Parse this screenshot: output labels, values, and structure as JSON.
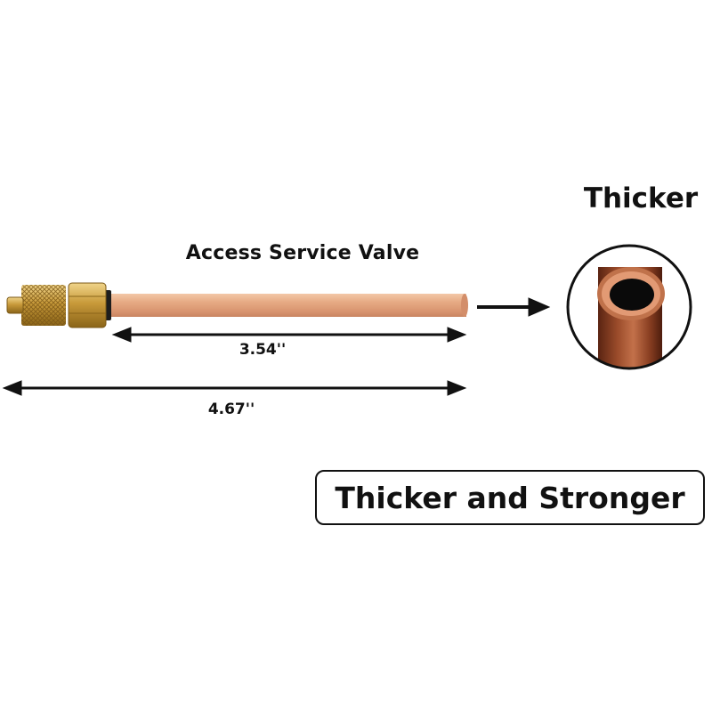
{
  "product": {
    "label": "Access Service Valve",
    "copper_color": "#e0a07c",
    "brass_color": "#c99b3b"
  },
  "dimensions": {
    "copper_length": "3.54''",
    "total_length": "4.67''"
  },
  "callout": {
    "label": "Thicker"
  },
  "banner": {
    "text": "Thicker and Stronger"
  }
}
